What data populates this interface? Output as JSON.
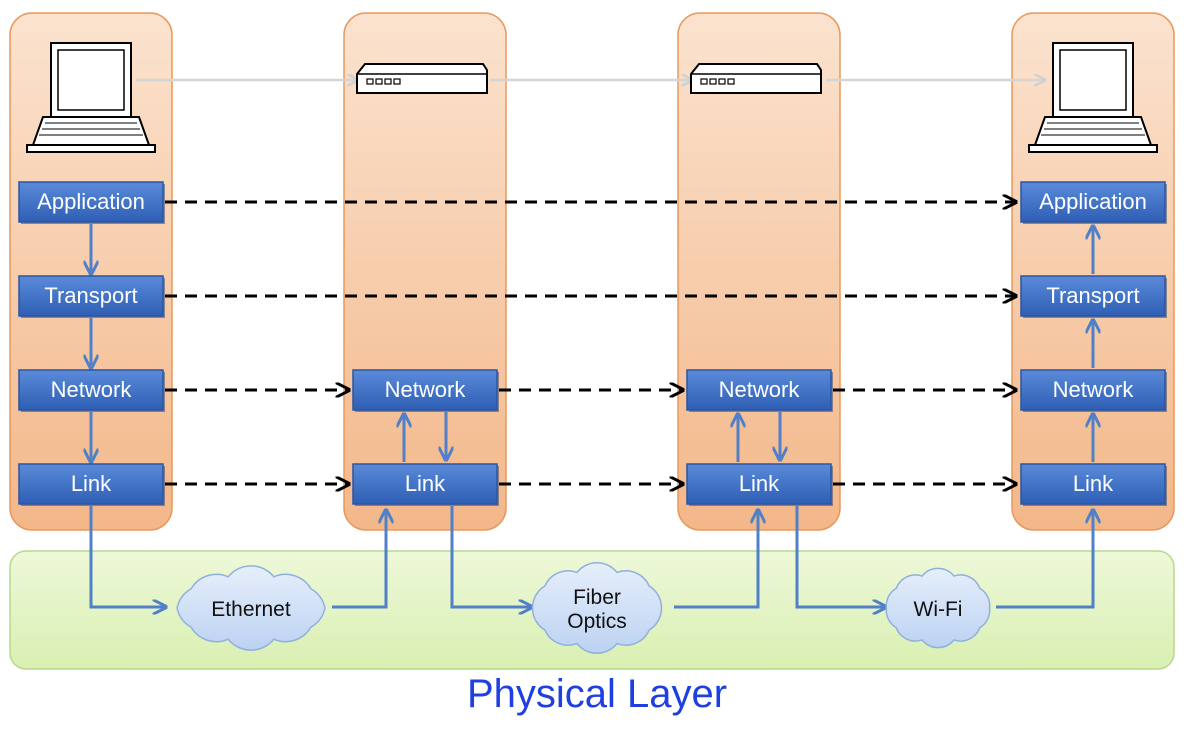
{
  "colors": {
    "column_fill": "#f5c49e",
    "column_stroke": "#e8985c",
    "physical_fill": "#e4f3c4",
    "physical_stroke": "#b6d98a",
    "layer_box": "#3f73c9",
    "layer_box_dark": "#2a55a0",
    "link_line": "#4f80c8",
    "cloud_fill": "#cfe0f7",
    "title_color": "#1f3fe0"
  },
  "devices": [
    {
      "icon": "laptop-icon"
    },
    {
      "icon": "router-icon"
    },
    {
      "icon": "router-icon"
    },
    {
      "icon": "laptop-icon"
    }
  ],
  "columns": [
    {
      "layers": [
        "Application",
        "Transport",
        "Network",
        "Link"
      ]
    },
    {
      "layers": [
        "Network",
        "Link"
      ]
    },
    {
      "layers": [
        "Network",
        "Link"
      ]
    },
    {
      "layers": [
        "Application",
        "Transport",
        "Network",
        "Link"
      ]
    }
  ],
  "media": [
    {
      "label": "Ethernet"
    },
    {
      "label": "Fiber\nOptics"
    },
    {
      "label": "Wi-Fi"
    }
  ],
  "physical_layer_label": "Physical Layer"
}
